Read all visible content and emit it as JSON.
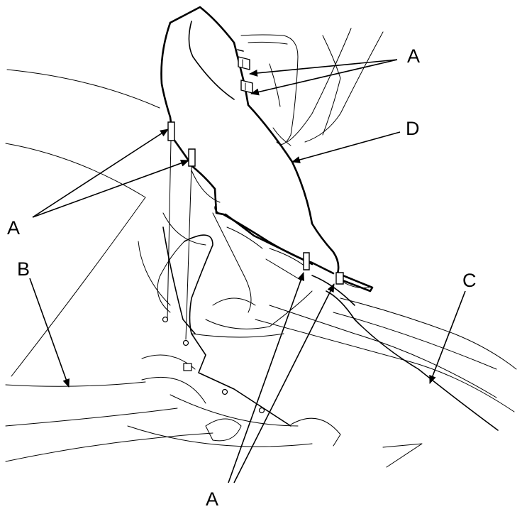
{
  "callouts": {
    "a_top_right": "A",
    "a_left": "A",
    "a_bottom": "A",
    "b": "B",
    "c": "C",
    "d": "D"
  }
}
